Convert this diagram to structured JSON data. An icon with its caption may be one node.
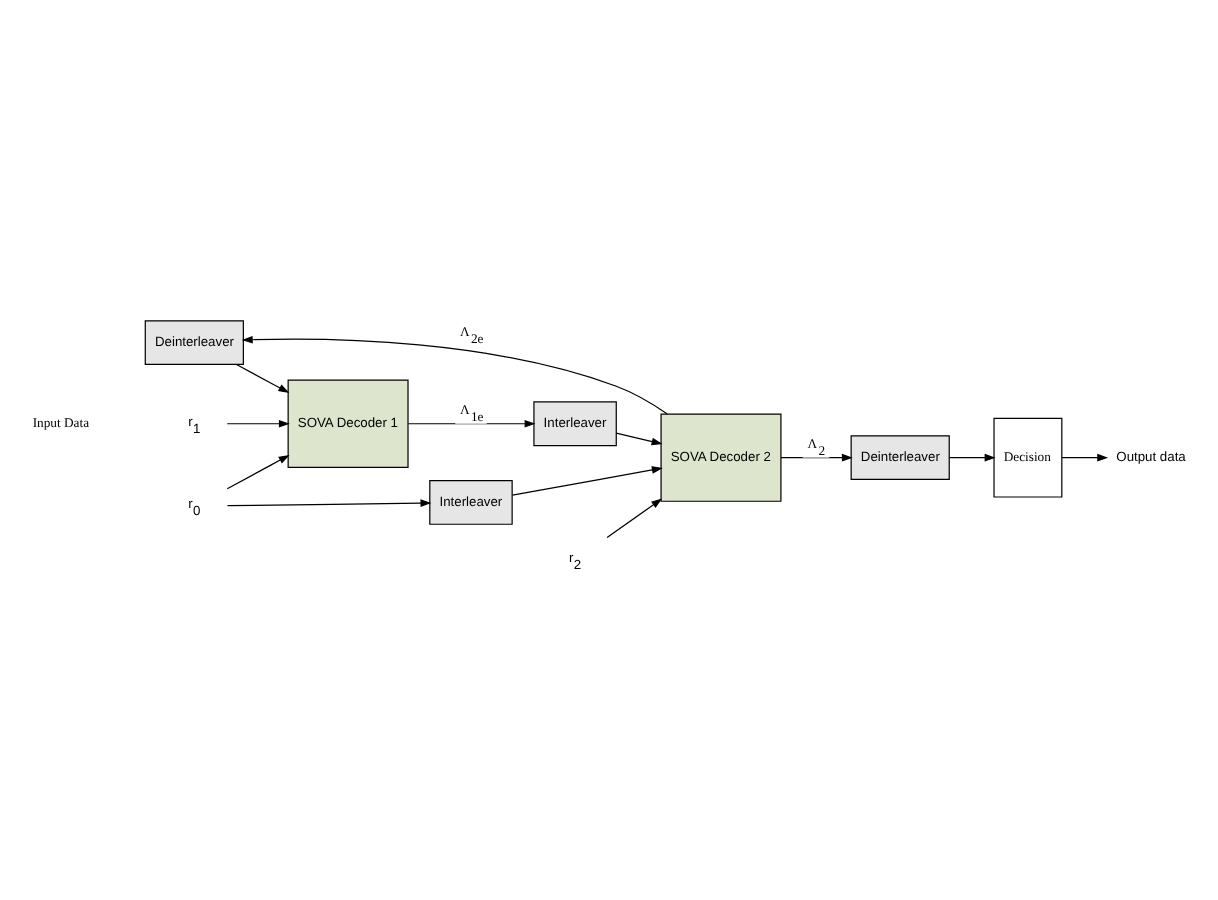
{
  "diagram": {
    "nodes": [
      {
        "text": [
          "Deinterleaver"
        ]
      },
      {
        "text": [
          "SOVA Decoder 1"
        ]
      },
      {
        "text": [
          "Interleaver"
        ]
      },
      {
        "text": [
          "SOVA Decoder 2"
        ]
      },
      {
        "text": [
          "Interleaver"
        ]
      },
      {
        "text": [
          "Deinterleaver"
        ]
      },
      {
        "text": [
          "Decision"
        ]
      },
      {
        "text": [
          "r$_{0}$"
        ]
      },
      {
        "text": [
          "r$_{1}$"
        ]
      },
      {
        "text": [
          "r$_{2}$"
        ]
      },
      {
        "text": [
          "Output data"
        ]
      }
    ],
    "edges": [
      {
        "from": 7,
        "to": 1,
        "arrow": "to"
      },
      {
        "from": 8,
        "to": 1,
        "arrow": "to"
      },
      {
        "from": 7,
        "to": 4,
        "arrow": "to"
      },
      {
        "from": 1,
        "to": 2,
        "arrow": "to",
        "label": "Λ$_{1e}$"
      },
      {
        "from": 2,
        "to": 3,
        "arrow": "to"
      },
      {
        "from": 4,
        "to": 3,
        "arrow": "to"
      },
      {
        "from": 9,
        "to": 3,
        "arrow": "to"
      },
      {
        "from": 3,
        "to": 0,
        "arrow": "to",
        "label": "Λ$_{2e}$"
      },
      {
        "from": 0,
        "to": 1,
        "arrow": "to"
      },
      {
        "from": 3,
        "to": 5,
        "arrow": "to",
        "label": "Λ$_{2}$"
      },
      {
        "from": 5,
        "to": 6,
        "arrow": "to"
      },
      {
        "from": 6,
        "to": 10,
        "arrow": "to"
      }
    ],
    "labels": [
      "Input Data"
    ]
  }
}
